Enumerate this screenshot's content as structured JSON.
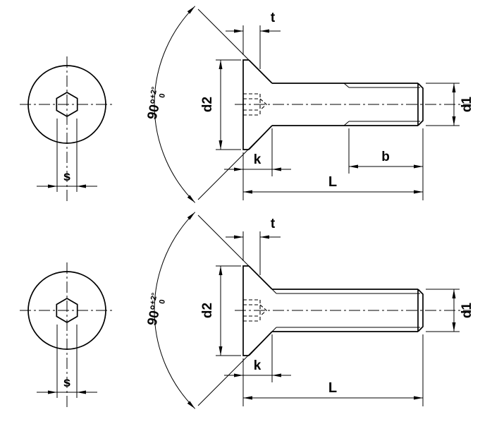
{
  "labels": {
    "socket_depth": "t",
    "head_diameter": "d2",
    "head_height": "k",
    "thread_length": "b",
    "total_length": "L",
    "shank_diameter": "d1",
    "socket_width": "s",
    "angle_value": "90°",
    "angle_tolerance_upper": "+2°",
    "angle_tolerance_lower": "0"
  },
  "colors": {
    "line": "#000000",
    "background": "#ffffff"
  }
}
